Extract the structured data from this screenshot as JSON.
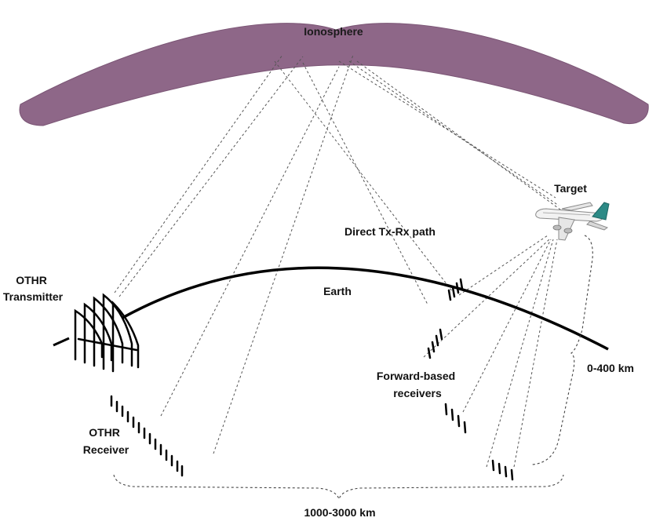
{
  "labels": {
    "ionosphere": "Ionosphere",
    "target": "Target",
    "direct_path": "Direct Tx-Rx path",
    "transmitter": [
      "OTHR",
      "Transmitter"
    ],
    "earth": "Earth",
    "forward_receivers": [
      "Forward-based",
      "receivers"
    ],
    "range_altitude": "0-400 km",
    "receiver": [
      "OTHR",
      "Receiver"
    ],
    "range_ground": "1000-3000 km"
  },
  "colors": {
    "ionosphere": "#8e6788",
    "ionosphere_edge": "#7a5474",
    "earth": "#000000",
    "rays": "#555555",
    "aircraft_body": "#f2f2f2",
    "aircraft_tail": "#2d8a86"
  },
  "icons": [
    "transmitter-antenna-icon",
    "receiver-array-icon",
    "forward-receiver-icon",
    "aircraft-icon"
  ]
}
